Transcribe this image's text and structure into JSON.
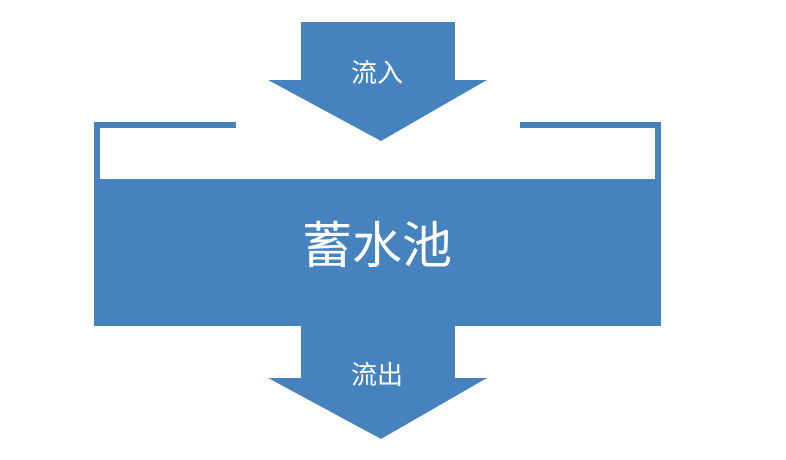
{
  "colors": {
    "primary": "#4682bd",
    "background": "#ffffff",
    "text": "#ffffff"
  },
  "inflow_label": "流入",
  "reservoir_label": "蓄水池",
  "outflow_label": "流出"
}
